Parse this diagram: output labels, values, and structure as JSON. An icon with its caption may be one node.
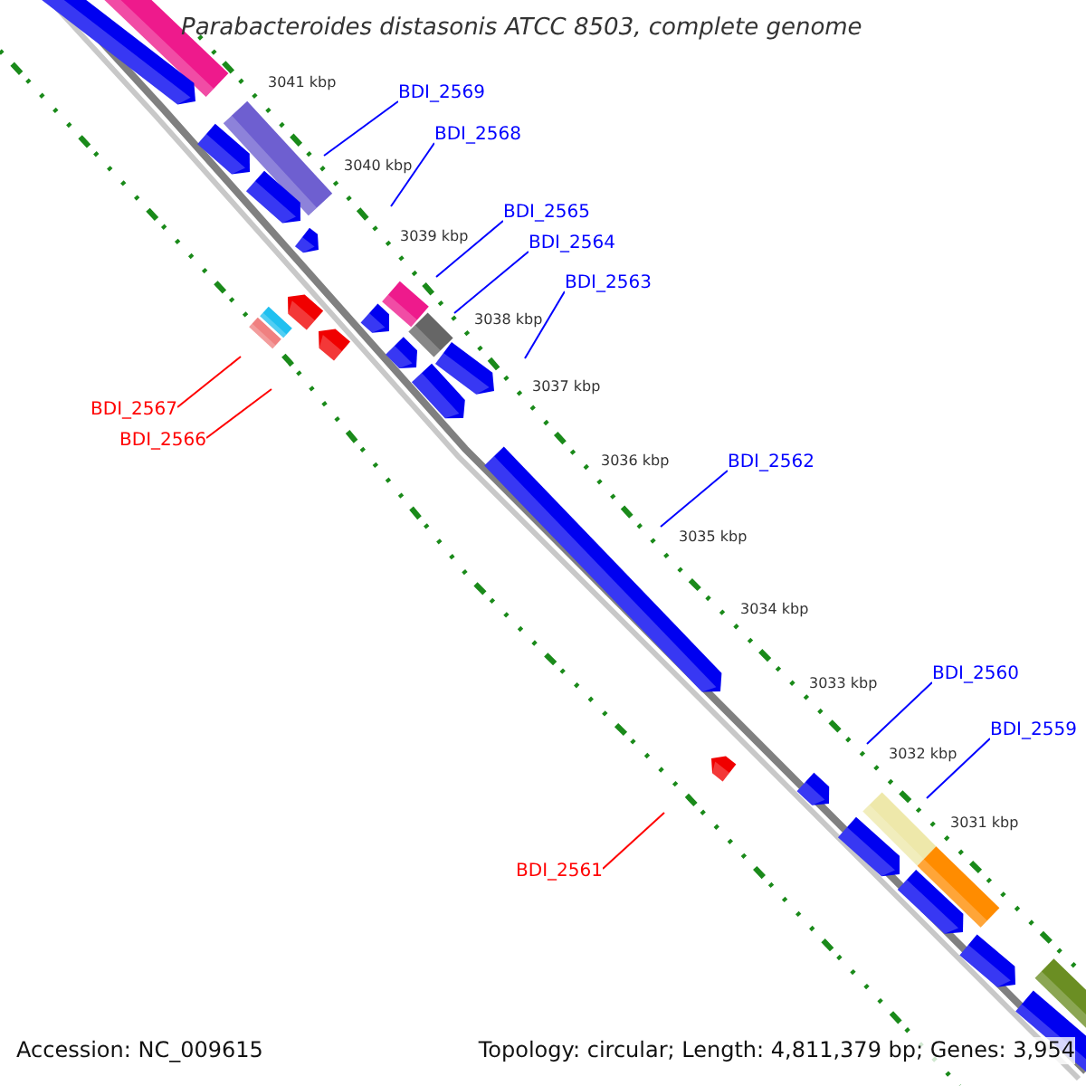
{
  "diagram": {
    "title": "Parabacteroides distasonis ATCC 8503, complete genome",
    "nodes": [
      {
        "text": [
          "BDI_2569"
        ]
      },
      {
        "text": [
          "BDI_2568"
        ]
      },
      {
        "text": [
          "BDI_2565"
        ]
      },
      {
        "text": [
          "BDI_2564"
        ]
      },
      {
        "text": [
          "BDI_2563"
        ]
      },
      {
        "text": [
          "BDI_2567"
        ]
      },
      {
        "text": [
          "BDI_2566"
        ]
      },
      {
        "text": [
          "BDI_2562"
        ]
      },
      {
        "text": [
          "BDI_2560"
        ]
      },
      {
        "text": [
          "BDI_2559"
        ]
      },
      {
        "text": [
          "BDI_2561"
        ]
      }
    ],
    "edges": [
      {
        "from": 0,
        "to": null,
        "arrow": "none"
      },
      {
        "from": 1,
        "to": null,
        "arrow": "none"
      },
      {
        "from": 2,
        "to": null,
        "arrow": "none"
      },
      {
        "from": 3,
        "to": null,
        "arrow": "none"
      },
      {
        "from": 4,
        "to": null,
        "arrow": "none"
      },
      {
        "from": 5,
        "to": null,
        "arrow": "none",
        "color": "#ff0000"
      },
      {
        "from": 6,
        "to": null,
        "arrow": "none",
        "color": "#ff0000"
      },
      {
        "from": 7,
        "to": null,
        "arrow": "none"
      },
      {
        "from": 8,
        "to": null,
        "arrow": "none"
      },
      {
        "from": 9,
        "to": null,
        "arrow": "none"
      },
      {
        "from": 10,
        "to": null,
        "arrow": "none",
        "color": "#ff0000"
      }
    ],
    "labels": [
      "3041 kbp",
      "3040 kbp",
      "3039 kbp",
      "3038 kbp",
      "3037 kbp",
      "3036 kbp",
      "3035 kbp",
      "3034 kbp",
      "3033 kbp",
      "3032 kbp",
      "3031 kbp",
      "Accession: NC_009615",
      "Topology: circular; Length: 4,811,379 bp; Genes: 3,954"
    ]
  }
}
